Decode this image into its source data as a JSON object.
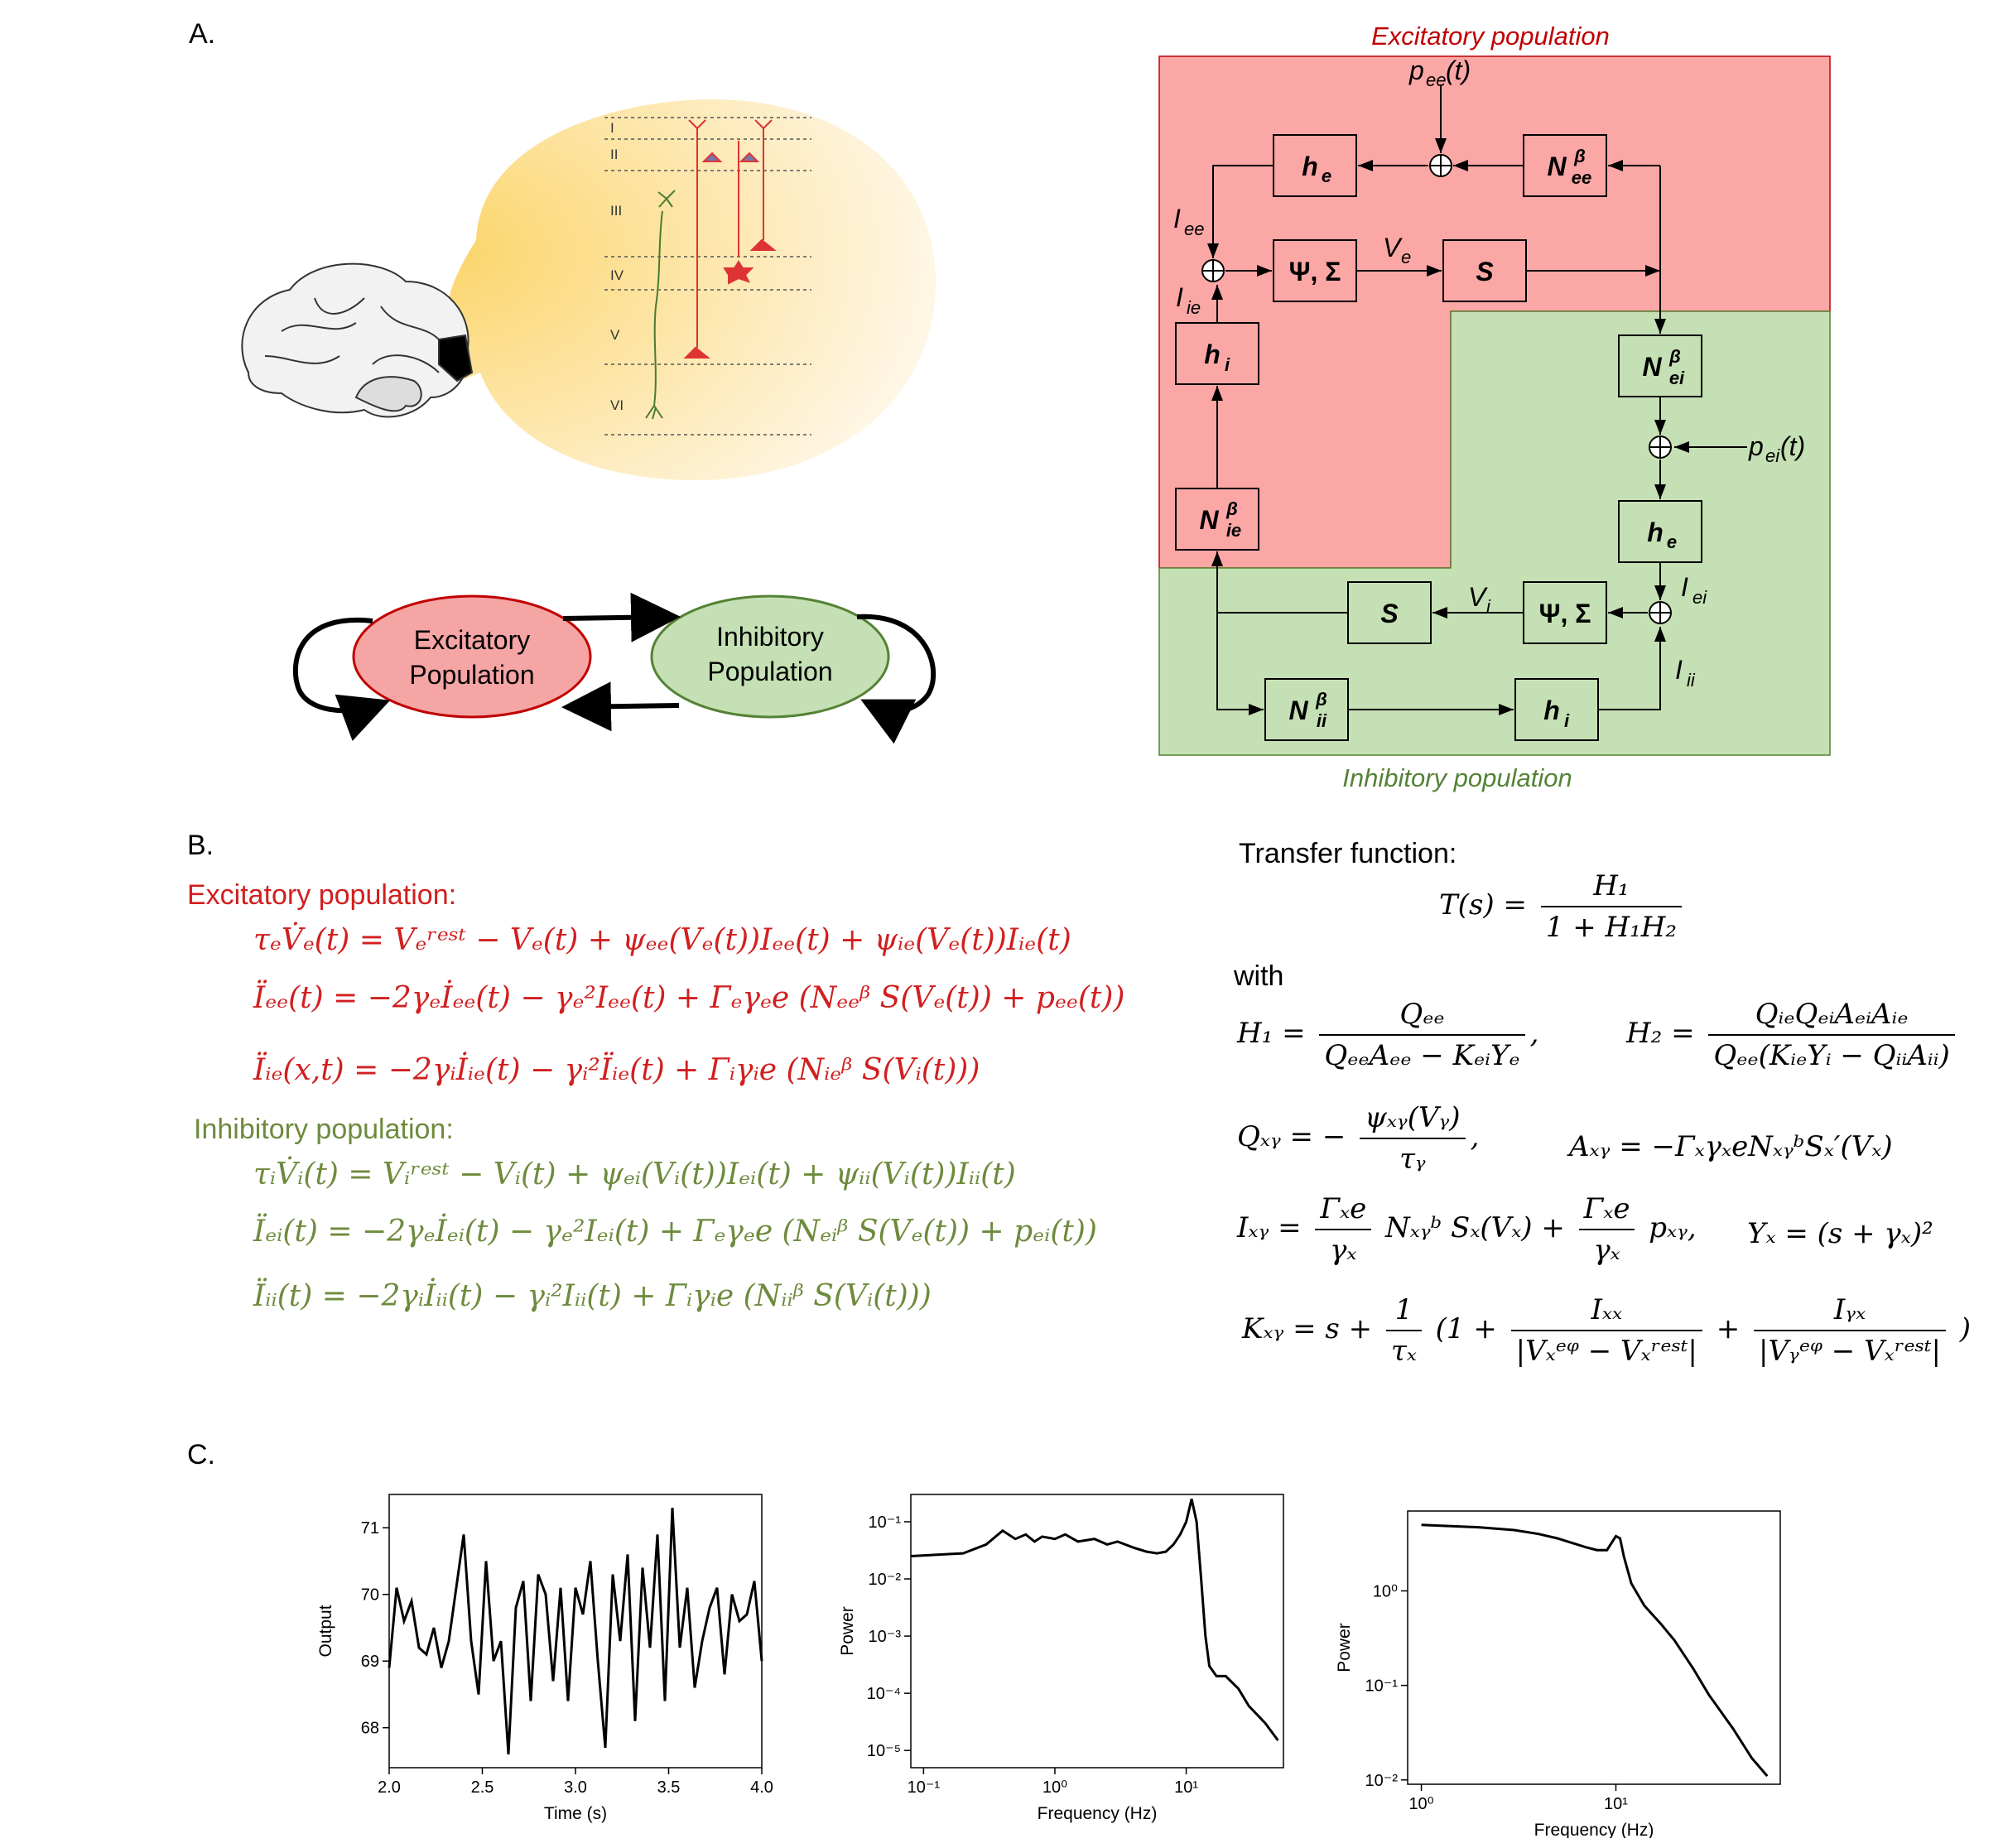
{
  "panels": {
    "a": "A.",
    "b": "B.",
    "c": "C."
  },
  "cortex": {
    "layers": [
      "I",
      "II",
      "III",
      "IV",
      "V",
      "VI"
    ]
  },
  "populations": {
    "excitatory": [
      "Excitatory",
      "Population"
    ],
    "inhibitory": [
      "Inhibitory",
      "Population"
    ]
  },
  "block_diagram": {
    "title_excitatory": "Excitatory population",
    "title_inhibitory": "Inhibitory population",
    "colors": {
      "excitatory_fill": "#fba7a6",
      "inhibitory_fill": "#c5e0b4",
      "excitatory_text": "#c00000",
      "inhibitory_text": "#548235"
    },
    "blocks": {
      "he_top": "h",
      "Nee": "N",
      "psi_e": "Ψ, Σ",
      "S_e": "S",
      "hi_left": "h",
      "Nie": "N",
      "Nei": "N",
      "he_right": "h",
      "psi_i": "Ψ, Σ",
      "S_i": "S",
      "Nii": "N",
      "hi_bottom": "h"
    },
    "signals": {
      "pee": "p",
      "pei": "p",
      "Iee": "I",
      "Iie": "I",
      "Ve": "V",
      "Vi": "V",
      "Iei": "I",
      "Iii": "I"
    }
  },
  "equations": {
    "excitatory_title": "Excitatory population:",
    "inhibitory_title": "Inhibitory population:",
    "exc": [
      "τₑV̇ₑ(t) = Vₑʳᵉˢᵗ − Vₑ(t) + ψₑₑ(Vₑ(t))Iₑₑ(t) + ψᵢₑ(Vₑ(t))Iᵢₑ(t)",
      "Ïₑₑ(t) = −2γₑİₑₑ(t) − γₑ²Iₑₑ(t) + Γₑγₑe (Nₑₑᵝ S(Vₑ(t)) + pₑₑ(t))",
      "Ïᵢₑ(x,t) = −2γᵢİᵢₑ(t) − γᵢ²Ïᵢₑ(t) + Γᵢγᵢe (Nᵢₑᵝ S(Vᵢ(t)))"
    ],
    "inh": [
      "τᵢV̇ᵢ(t) = Vᵢʳᵉˢᵗ − Vᵢ(t) + ψₑᵢ(Vᵢ(t))Iₑᵢ(t) + ψᵢᵢ(Vᵢ(t))Iᵢᵢ(t)",
      "Ïₑᵢ(t) = −2γₑİₑᵢ(t) − γₑ²Iₑᵢ(t) + Γₑγₑe (Nₑᵢᵝ S(Vₑ(t)) + pₑᵢ(t))",
      "Ïᵢᵢ(t) = −2γᵢİᵢᵢ(t) − γᵢ²Iᵢᵢ(t) + Γᵢγᵢe (Nᵢᵢᵝ S(Vᵢ(t)))"
    ]
  },
  "transfer": {
    "title": "Transfer function:",
    "with": "with",
    "T": {
      "lhs": "T(s) =",
      "num": "H₁",
      "den": "1 + H₁H₂"
    },
    "H1": {
      "lhs": "H₁ =",
      "num": "Qₑₑ",
      "den": "QₑₑAₑₑ − KₑᵢYₑ"
    },
    "H2": {
      "lhs": "H₂ =",
      "num": "QᵢₑQₑᵢAₑᵢAᵢₑ",
      "den": "Qₑₑ(KᵢₑYᵢ − QᵢᵢAᵢᵢ)"
    },
    "Q": {
      "lhs": "Qₓᵧ = −",
      "num": "ψₓᵧ(Vᵧ)",
      "den": "τᵧ"
    },
    "A": "Aₓᵧ = −ΓₓγₓeNₓᵧᵇSₓ′(Vₓ)",
    "I": {
      "lhs": "Iₓᵧ =",
      "num1": "Γₓe",
      "den1": "γₓ",
      "mid": "Nₓᵧᵇ Sₓ(Vₓ) +",
      "num2": "Γₓe",
      "den2": "γₓ",
      "tail": "pₓᵧ,"
    },
    "Y": "Yₓ = (s + γₓ)²",
    "K": {
      "lhs": "Kₓᵧ = s +",
      "num1": "1",
      "den1": "τₓ",
      "open": "(1 +",
      "num2": "Iₓₓ",
      "den2": "|Vₓᵉᵠ − Vₓʳᵉˢᵗ|",
      "plus": "+",
      "num3": "Iᵧₓ",
      "den3": "|Vᵧᵉᵠ − Vₓʳᵉˢᵗ|",
      "close": ")"
    }
  },
  "chart_data": [
    {
      "type": "line",
      "xlabel": "Time (s)",
      "ylabel": "Output",
      "xlim": [
        2.0,
        4.0
      ],
      "ylim": [
        67.4,
        71.5
      ],
      "xticks": [
        2.0,
        2.5,
        3.0,
        3.5,
        4.0
      ],
      "yticks": [
        68,
        69,
        70,
        71
      ],
      "xtick_labels": [
        "2.0",
        "2.5",
        "3.0",
        "3.5",
        "4.0"
      ],
      "ytick_labels": [
        "68",
        "69",
        "70",
        "71"
      ],
      "x": [
        2.0,
        2.04,
        2.08,
        2.12,
        2.16,
        2.2,
        2.24,
        2.28,
        2.32,
        2.36,
        2.4,
        2.44,
        2.48,
        2.52,
        2.56,
        2.6,
        2.64,
        2.68,
        2.72,
        2.76,
        2.8,
        2.84,
        2.88,
        2.92,
        2.96,
        3.0,
        3.04,
        3.08,
        3.12,
        3.16,
        3.2,
        3.24,
        3.28,
        3.32,
        3.36,
        3.4,
        3.44,
        3.48,
        3.52,
        3.56,
        3.6,
        3.64,
        3.68,
        3.72,
        3.76,
        3.8,
        3.84,
        3.88,
        3.92,
        3.96,
        4.0
      ],
      "y": [
        68.9,
        70.1,
        69.6,
        69.9,
        69.2,
        69.1,
        69.5,
        68.9,
        69.3,
        70.1,
        70.9,
        69.3,
        68.5,
        70.5,
        69.0,
        69.3,
        67.6,
        69.8,
        70.2,
        68.4,
        70.3,
        70.0,
        68.7,
        70.1,
        68.4,
        70.1,
        69.7,
        70.5,
        69.0,
        67.7,
        70.3,
        69.3,
        70.6,
        68.1,
        70.4,
        69.2,
        70.9,
        68.4,
        71.3,
        69.2,
        70.1,
        68.6,
        69.3,
        69.8,
        70.1,
        68.8,
        70.0,
        69.6,
        69.7,
        70.2,
        69.0
      ]
    },
    {
      "type": "line",
      "xlabel": "Frequency (Hz)",
      "ylabel": "Power",
      "xscale": "log",
      "yscale": "log",
      "xlim": [
        0.08,
        55
      ],
      "ylim": [
        5e-06,
        0.3
      ],
      "xtick_labels": [
        "10⁻¹",
        "10⁰",
        "10¹"
      ],
      "ytick_labels": [
        "10⁻⁵",
        "10⁻⁴",
        "10⁻³",
        "10⁻²",
        "10⁻¹"
      ],
      "x": [
        0.08,
        0.2,
        0.3,
        0.4,
        0.5,
        0.6,
        0.7,
        0.8,
        1.0,
        1.2,
        1.5,
        2.0,
        2.5,
        3.0,
        4.0,
        5.0,
        6.0,
        7.0,
        8.0,
        9.0,
        10.0,
        11.0,
        12.0,
        13.0,
        14.0,
        15.0,
        17.0,
        20.0,
        25.0,
        30.0,
        40.0,
        50.0
      ],
      "y": [
        0.025,
        0.028,
        0.04,
        0.07,
        0.05,
        0.06,
        0.045,
        0.055,
        0.05,
        0.06,
        0.045,
        0.05,
        0.04,
        0.045,
        0.035,
        0.03,
        0.028,
        0.03,
        0.04,
        0.06,
        0.1,
        0.25,
        0.1,
        0.01,
        0.001,
        0.0003,
        0.0002,
        0.0002,
        0.00012,
        6e-05,
        3e-05,
        1.5e-05
      ]
    },
    {
      "type": "line",
      "xlabel": "Frequency (Hz)",
      "ylabel": "Power",
      "xscale": "log",
      "yscale": "log",
      "xlim": [
        0.85,
        70
      ],
      "ylim": [
        0.009,
        7
      ],
      "xtick_labels": [
        "10⁰",
        "10¹"
      ],
      "ytick_labels": [
        "10⁻²",
        "10⁻¹",
        "10⁰"
      ],
      "x": [
        1,
        2,
        3,
        4,
        5,
        6,
        7,
        8,
        9,
        10,
        10.5,
        11,
        12,
        14,
        17,
        20,
        25,
        30,
        40,
        50,
        60
      ],
      "y": [
        5.0,
        4.7,
        4.4,
        4.0,
        3.6,
        3.2,
        2.9,
        2.7,
        2.7,
        3.8,
        3.6,
        2.3,
        1.2,
        0.7,
        0.45,
        0.3,
        0.15,
        0.08,
        0.035,
        0.017,
        0.011
      ]
    }
  ]
}
